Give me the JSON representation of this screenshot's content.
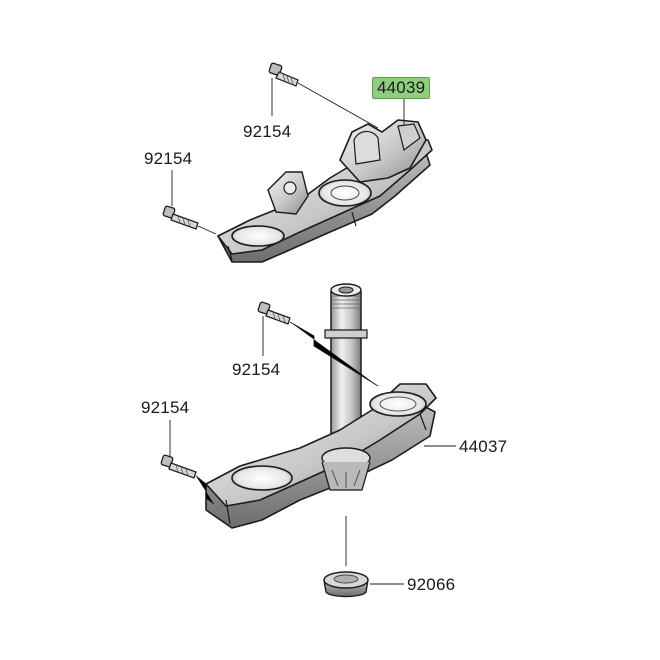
{
  "diagram": {
    "highlight_color": "#8fce7f",
    "labels": {
      "upper_bracket": "44039",
      "upper_bolt_top": "92154",
      "upper_bolt_left": "92154",
      "lower_bolt_top": "92154",
      "lower_bolt_left": "92154",
      "lower_bracket": "44037",
      "stem_cap": "92066"
    }
  }
}
